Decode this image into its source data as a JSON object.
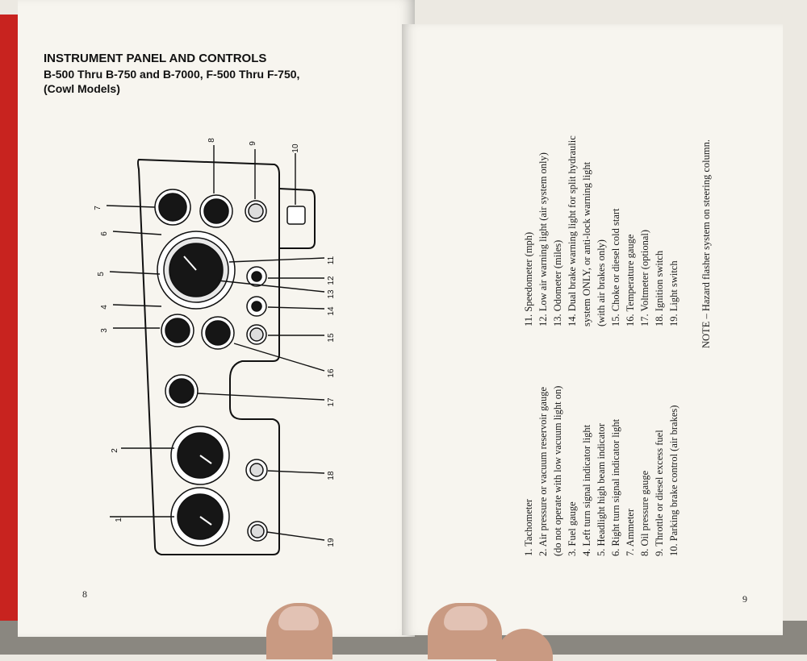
{
  "left_page": {
    "title": "INSTRUMENT PANEL AND CONTROLS",
    "subtitle_line1": "B-500 Thru B-750 and B-7000, F-500 Thru F-750,",
    "subtitle_line2": "(Cowl Models)",
    "page_number": "8",
    "callouts": [
      "1",
      "2",
      "3",
      "4",
      "5",
      "6",
      "7",
      "8",
      "9",
      "10",
      "11",
      "12",
      "13",
      "14",
      "15",
      "16",
      "17",
      "18",
      "19"
    ]
  },
  "right_page": {
    "page_number": "9",
    "legend_col1": [
      "1.  Tachometer",
      "2.  Air pressure or vacuum reservoir gauge",
      "      (do not operate with low vacuum light on)",
      "3.  Fuel gauge",
      "4.  Left turn signal indicator light",
      "5.  Headlight high beam indicator",
      "6.  Right turn signal indicator light",
      "7.  Ammeter",
      "8.  Oil pressure gauge",
      "9.  Throttle or diesel excess fuel",
      "10. Parking brake control (air brakes)"
    ],
    "legend_col2": [
      "11.  Speedometer (mph)",
      "12.  Low air warning light (air system only)",
      "13.  Odometer (miles)",
      "14.  Dual brake warning light for split hydraulic",
      "       system ONLY, or anti-lock warning light",
      "       (with air brakes only)",
      "15.  Choke or diesel cold start",
      "16.  Temperature gauge",
      "17.  Voltmeter (optional)",
      "18.  Ignition switch",
      "19.  Light switch"
    ],
    "note": "NOTE – Hazard flasher system on steering column."
  },
  "colors": {
    "cover_red": "#c8231f",
    "paper": "#f7f5ef",
    "ink": "#111111"
  }
}
